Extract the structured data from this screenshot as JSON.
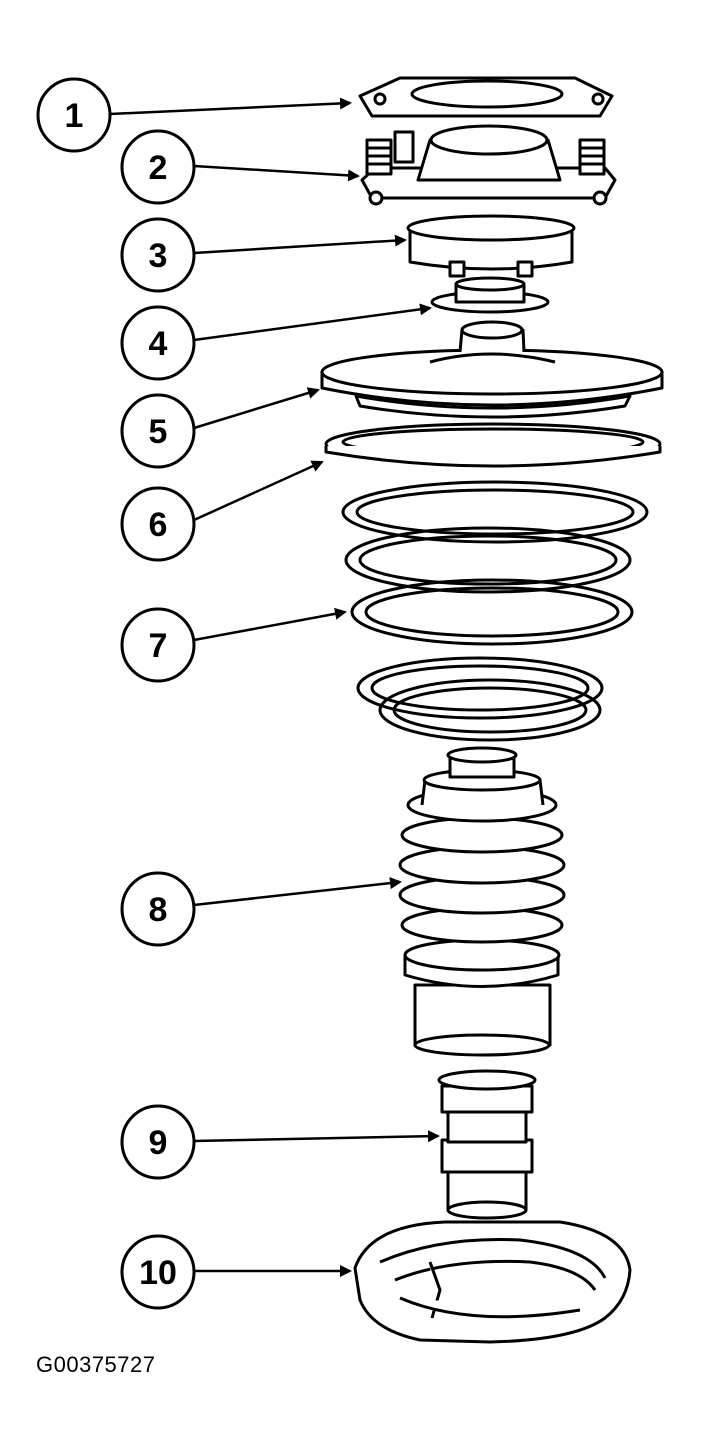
{
  "callouts": [
    "1",
    "2",
    "3",
    "4",
    "5",
    "6",
    "7",
    "8",
    "9",
    "10"
  ],
  "figure_id": "G00375727"
}
